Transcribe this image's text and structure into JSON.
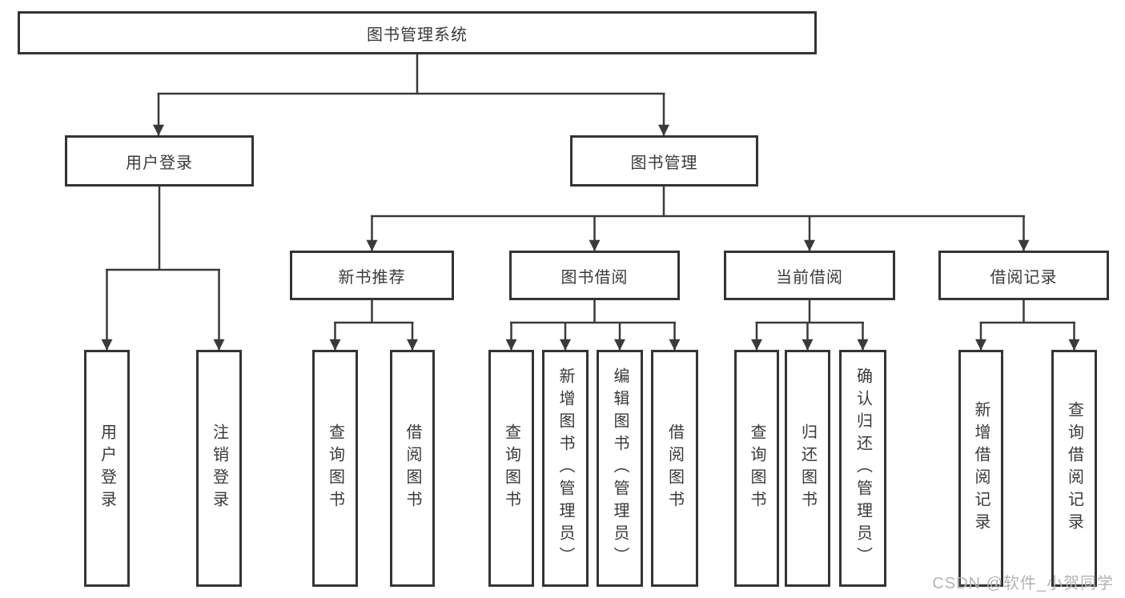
{
  "tree": {
    "root": {
      "label": "图书管理系统"
    },
    "branches": [
      {
        "label": "用户登录",
        "children": [
          {
            "label": "用户登录"
          },
          {
            "label": "注销登录"
          }
        ]
      },
      {
        "label": "图书管理",
        "sections": [
          {
            "label": "新书推荐",
            "children": [
              {
                "label": "查询图书"
              },
              {
                "label": "借阅图书"
              }
            ]
          },
          {
            "label": "图书借阅",
            "children": [
              {
                "label": "查询图书"
              },
              {
                "label": "新增图书（管理员）"
              },
              {
                "label": "编辑图书（管理员）"
              },
              {
                "label": "借阅图书"
              }
            ]
          },
          {
            "label": "当前借阅",
            "children": [
              {
                "label": "查询图书"
              },
              {
                "label": "归还图书"
              },
              {
                "label": "确认归还（管理员）"
              }
            ]
          },
          {
            "label": "借阅记录",
            "children": [
              {
                "label": "新增借阅记录"
              },
              {
                "label": "查询借阅记录"
              }
            ]
          }
        ]
      }
    ]
  },
  "watermark": {
    "text": "CSDN @软件_小贺同学"
  },
  "colors": {
    "line": "#3a3a3a",
    "box_border": "#343434",
    "box_fill": "#ffffff",
    "text": "#3a3a3a",
    "watermark": "#b4b4b4"
  }
}
